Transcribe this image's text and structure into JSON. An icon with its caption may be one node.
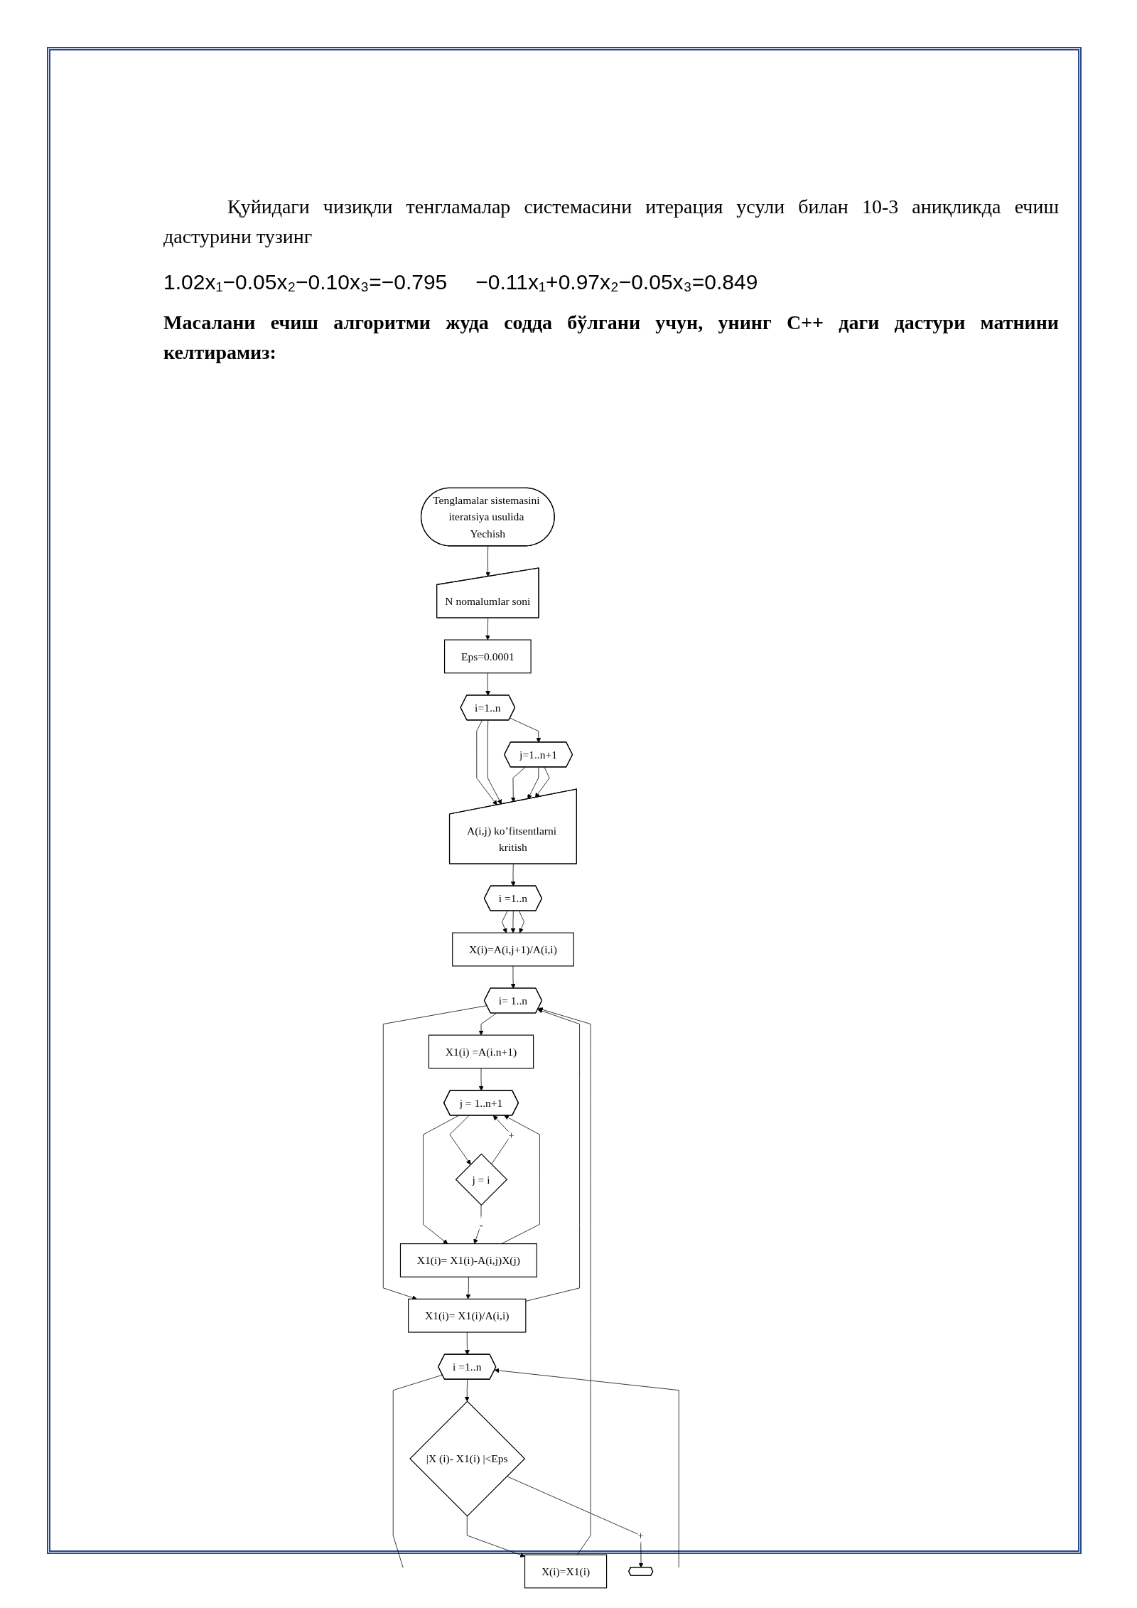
{
  "diagram": {
    "nodes": [
      {
        "text": [
          "Tenglamalar sistemasini iteratsiya usulida Yechish"
        ]
      },
      {
        "text": [
          "N nomalumlar soni"
        ]
      },
      {
        "text": [
          "Eps=0.0001"
        ]
      },
      {
        "text": [
          "i=1..n"
        ]
      },
      {
        "text": [
          "j=1..n+1"
        ]
      },
      {
        "text": [
          "A(i,j) ko’fitsentlarni kritish"
        ]
      },
      {
        "text": [
          "i =1..n"
        ]
      },
      {
        "text": [
          "X(i)=A(i,j+1)/A(i,i)"
        ]
      },
      {
        "text": [
          "i= 1..n"
        ]
      },
      {
        "text": [
          "X1(i) =A(i.n+1)"
        ]
      },
      {
        "text": [
          "j = 1..n+1"
        ]
      },
      {
        "text": [
          "j = i"
        ]
      },
      {
        "text": [
          "X1(i)= X1(i)-A(i,j)X(j)"
        ]
      },
      {
        "text": [
          "X1(i)= X1(i)/A(i,i)"
        ]
      },
      {
        "text": [
          "i =1..n"
        ]
      },
      {
        "text": [
          "|X (i)- X1(i) |<Eps"
        ]
      },
      {
        "text": [
          "X(i)=X1(i)"
        ]
      },
      {
        "text": [],
        "shape": "hexagon"
      }
    ],
    "edges": [
      {
        "from": 0,
        "to": 1,
        "arrow": "to"
      },
      {
        "from": 1,
        "to": 2,
        "arrow": "to"
      },
      {
        "from": 2,
        "to": 3,
        "arrow": "to"
      },
      {
        "from": 3,
        "to": 4,
        "arrow": "to"
      },
      {
        "from": 3,
        "to": 5,
        "arrow": "to"
      },
      {
        "from": 3,
        "to": 5,
        "arrow": "to"
      },
      {
        "from": 4,
        "to": 5,
        "arrow": "to"
      },
      {
        "from": 4,
        "to": 5,
        "arrow": "to"
      },
      {
        "from": 4,
        "to": 5,
        "arrow": "to"
      },
      {
        "from": 5,
        "to": 6,
        "arrow": "to"
      },
      {
        "from": 6,
        "to": 7,
        "arrow": "to"
      },
      {
        "from": 6,
        "to": 7,
        "arrow": "to"
      },
      {
        "from": 6,
        "to": 7,
        "arrow": "to"
      },
      {
        "from": 7,
        "to": 8,
        "arrow": "to"
      },
      {
        "from": 16,
        "to": 8,
        "arrow": "to"
      },
      {
        "from": 13,
        "to": 8,
        "arrow": "to"
      },
      {
        "from": 8,
        "to": 13,
        "arrow": "to"
      },
      {
        "from": 8,
        "to": 9,
        "arrow": "to"
      },
      {
        "from": 9,
        "to": 10,
        "arrow": "to"
      },
      {
        "from": 10,
        "to": 11,
        "arrow": "to"
      },
      {
        "from": 11,
        "to": 10,
        "label": "+",
        "arrow": "to"
      },
      {
        "from": 12,
        "to": 10,
        "arrow": "to"
      },
      {
        "from": 10,
        "to": 12,
        "arrow": "to"
      },
      {
        "from": 11,
        "to": 12,
        "label": "-",
        "arrow": "to"
      },
      {
        "from": 12,
        "to": 13,
        "arrow": "to"
      },
      {
        "from": 13,
        "to": 14,
        "arrow": "to"
      },
      {
        "from": null,
        "to": 14,
        "arrow": "to"
      },
      {
        "from": 14,
        "to": null,
        "arrow": "none"
      },
      {
        "from": 14,
        "to": 15,
        "arrow": "to"
      },
      {
        "from": 15,
        "to": 16,
        "arrow": "to"
      },
      {
        "from": 15,
        "to": 17,
        "label": "+",
        "arrow": "to"
      }
    ],
    "labels": [
      "Қуйидаги чизиқли тенгламалар системасини итерация усули билан 10-3 аниқликда ечиш дастурини тузинг",
      "1.02x₁−0.05x₂−0.10x₃=−0.795",
      "−0.11x₁+0.97x₂−0.05x₃=0.849",
      "Масалани ечиш алгоритми жуда содда бўлгани учун, унинг C++ даги дастури матнини келтирамиз:"
    ]
  }
}
